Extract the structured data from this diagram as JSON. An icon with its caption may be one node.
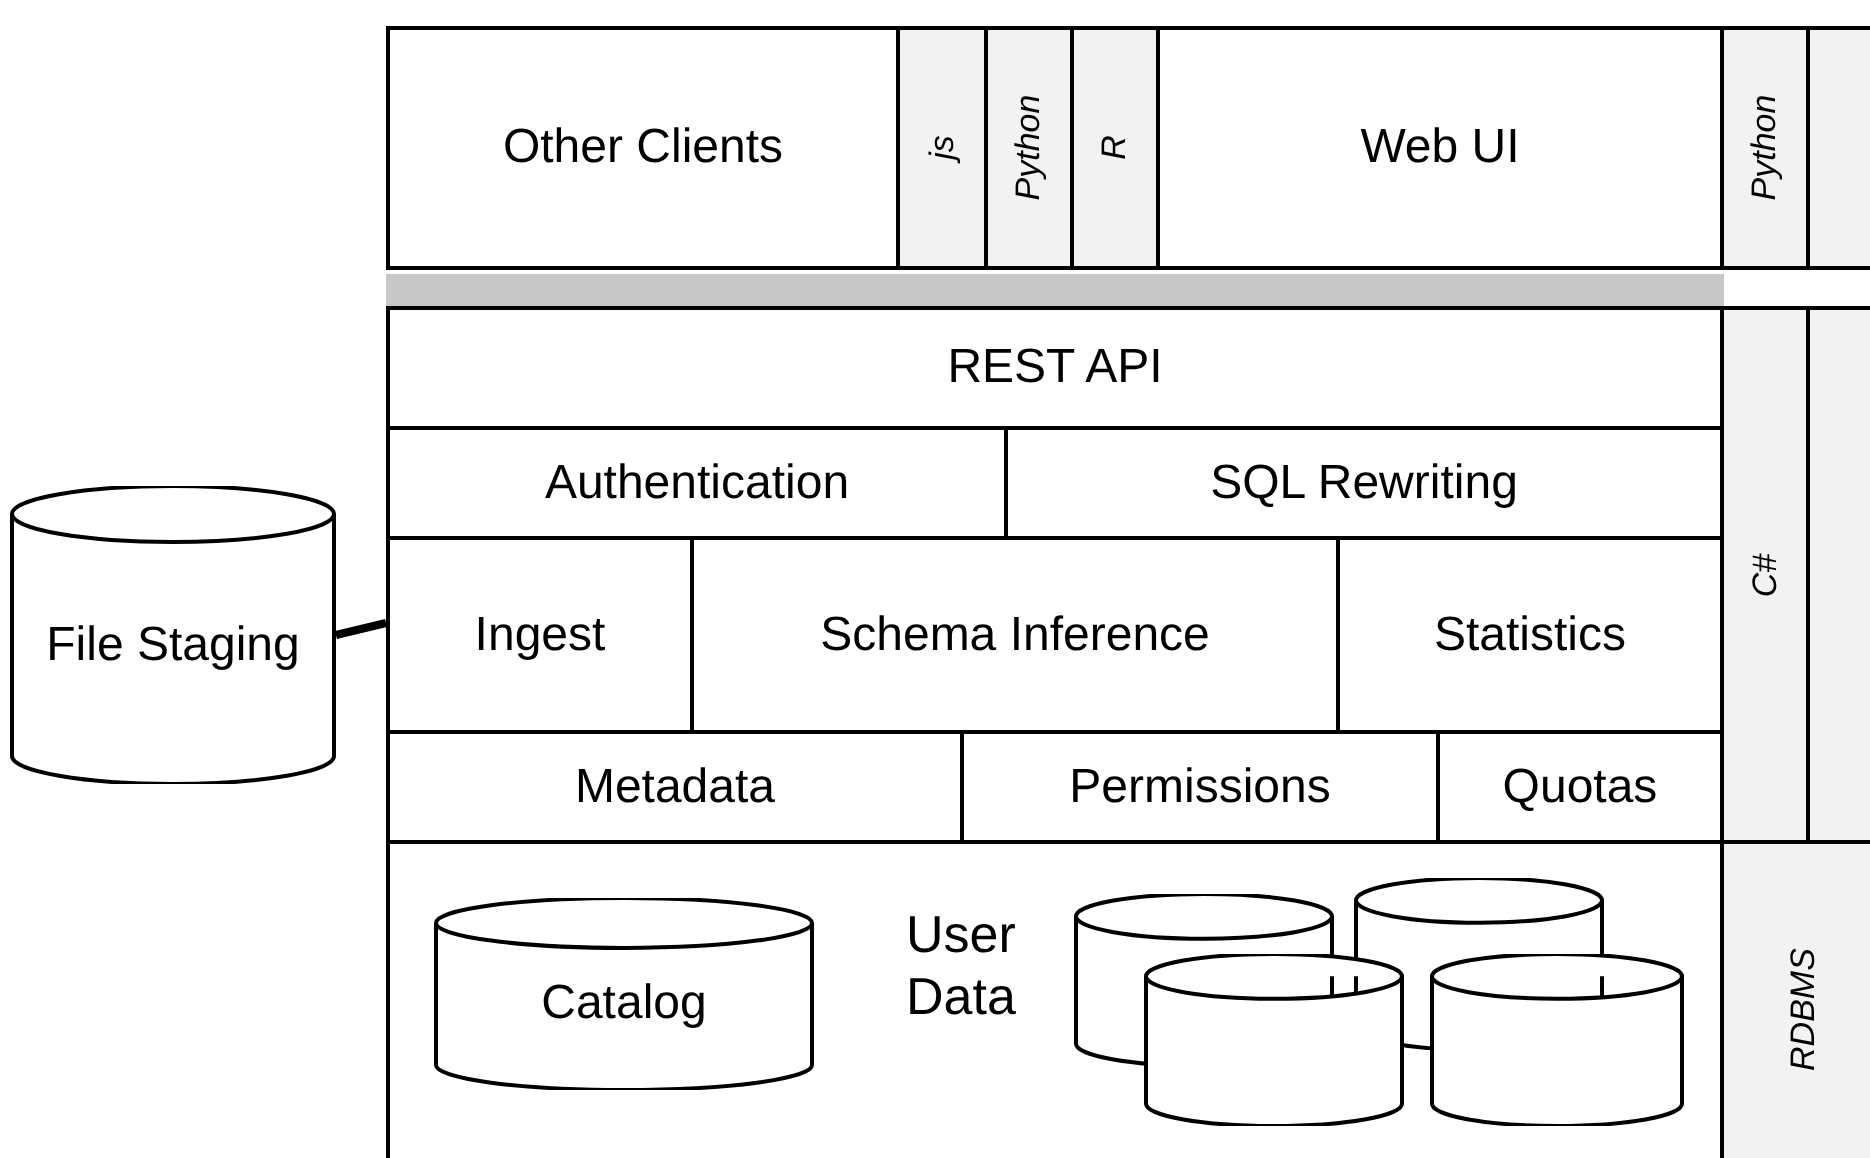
{
  "diagram": {
    "nodes": [
      {
        "text": [
          "Other Clients"
        ]
      },
      {
        "text": [
          "js"
        ]
      },
      {
        "text": [
          "Python"
        ]
      },
      {
        "text": [
          "R"
        ]
      },
      {
        "text": [
          "Web UI"
        ]
      },
      {
        "text": [
          "Python"
        ]
      },
      {
        "text": [],
        "shape": "box"
      },
      {
        "text": [],
        "shape": "bar"
      },
      {
        "text": [
          "REST API"
        ]
      },
      {
        "text": [
          "Authentication"
        ]
      },
      {
        "text": [
          "SQL Rewriting"
        ]
      },
      {
        "text": [
          "Ingest"
        ]
      },
      {
        "text": [
          "Schema Inference"
        ]
      },
      {
        "text": [
          "Statistics"
        ]
      },
      {
        "text": [
          "Metadata"
        ]
      },
      {
        "text": [
          "Permissions"
        ]
      },
      {
        "text": [
          "Quotas"
        ]
      },
      {
        "text": [
          "C#"
        ]
      },
      {
        "text": [],
        "shape": "box"
      },
      {
        "text": [
          "File Staging"
        ]
      },
      {
        "text": [],
        "shape": "box"
      },
      {
        "text": [
          "Catalog"
        ],
        "in": 20
      },
      {
        "text": [],
        "shape": "cylinder",
        "in": 20
      },
      {
        "text": [],
        "shape": "cylinder",
        "in": 20
      },
      {
        "text": [],
        "shape": "cylinder",
        "in": 20
      },
      {
        "text": [],
        "shape": "cylinder",
        "in": 20
      },
      {
        "text": [
          "RDBMS"
        ]
      }
    ],
    "edges": [
      {
        "from": 19,
        "to": 11,
        "arrow": "none"
      }
    ],
    "labels": [
      "User Data"
    ]
  }
}
